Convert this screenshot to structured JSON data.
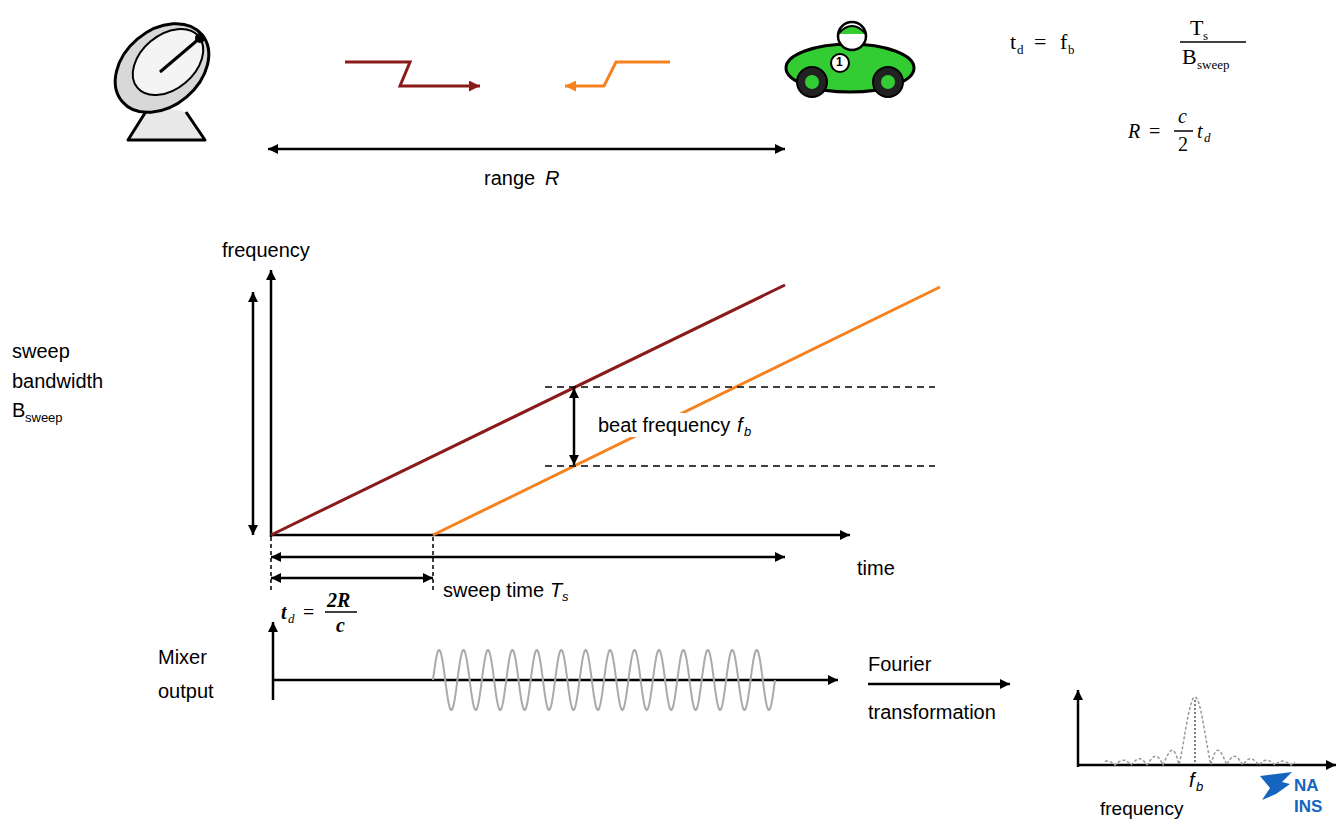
{
  "diagram": {
    "labels": [
      "range",
      "R",
      "frequency",
      "sweep bandwidth",
      "B",
      "sweep",
      "beat frequency",
      "f",
      "b",
      "time",
      "sweep time",
      "T",
      "s",
      "t",
      "d",
      "=",
      "2R",
      "c",
      "Mixer output",
      "Fourier transformation",
      "f",
      "b",
      "frequency",
      "t",
      "d",
      "=",
      "f",
      "b",
      "T",
      "s",
      "B",
      "sweep",
      "R",
      "=",
      "c",
      "2",
      "t",
      "d",
      "NA",
      "INS",
      "1"
    ]
  }
}
